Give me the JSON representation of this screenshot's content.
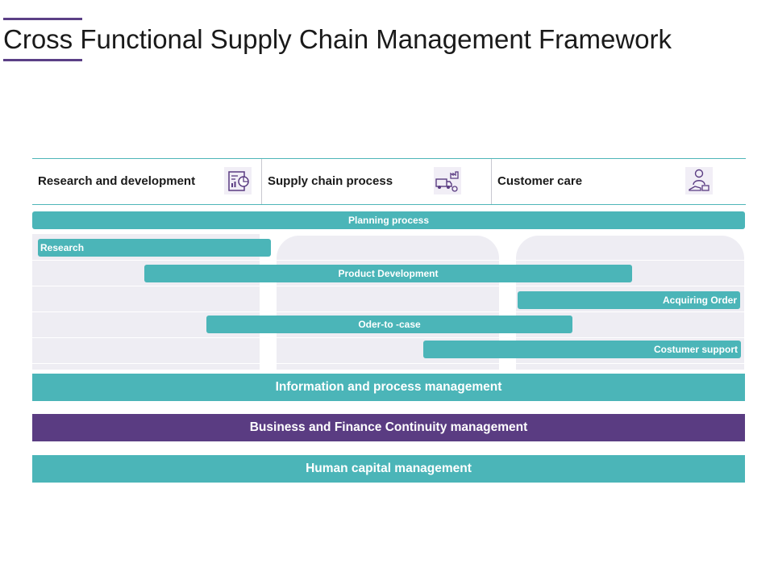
{
  "title": "Cross Functional Supply Chain Management Framework",
  "colors": {
    "teal": "#4bb5b8",
    "purple": "#5a3c82",
    "lane": "#eeedf3"
  },
  "columns": [
    {
      "label": "Research and development",
      "icon": "analytics-document-icon"
    },
    {
      "label": "Supply chain process",
      "icon": "delivery-truck-factory-icon"
    },
    {
      "label": "Customer care",
      "icon": "customer-support-person-icon"
    }
  ],
  "bars": {
    "planning": "Planning process",
    "research": "Research",
    "product_development": "Product Development",
    "acquiring_order": "Acquiring Order",
    "order_to_case": "Oder-to -case",
    "customer_support": "Costumer support"
  },
  "bands": {
    "information": "Information and process management",
    "business": "Business and Finance Continuity management",
    "human": "Human capital management"
  }
}
